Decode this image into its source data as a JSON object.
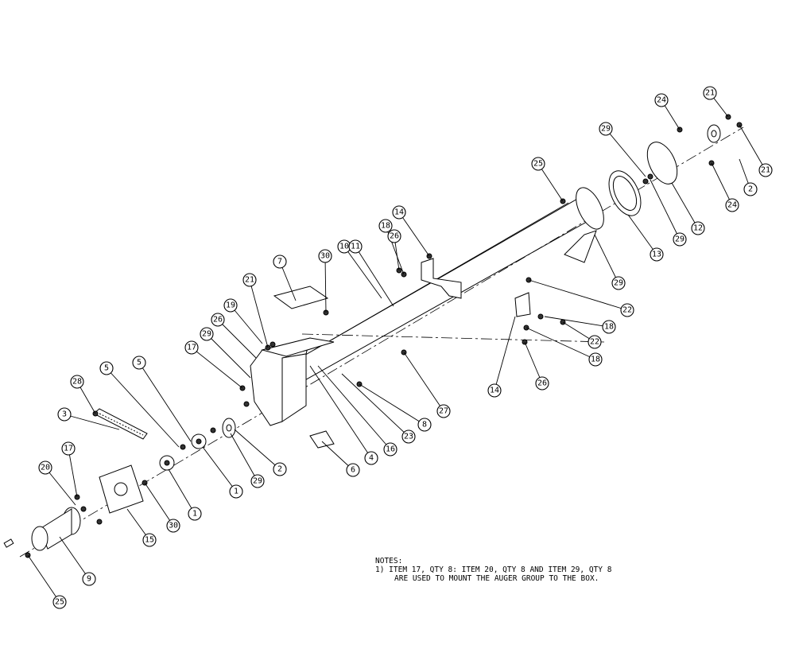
{
  "notes": {
    "title": "NOTES:",
    "line1": "1) ITEM 17, QTY 8: ITEM 20, QTY 8 AND ITEM 29, QTY 8",
    "line2": "ARE USED TO MOUNT THE AUGER GROUP TO THE BOX."
  },
  "balloons": [
    "21",
    "24",
    "29",
    "2",
    "21",
    "24",
    "25",
    "12",
    "29",
    "13",
    "29",
    "14",
    "18",
    "26",
    "10",
    "11",
    "30",
    "7",
    "22",
    "18",
    "22",
    "18",
    "14",
    "26",
    "21",
    "19",
    "26",
    "29",
    "17",
    "5",
    "5",
    "28",
    "3",
    "27",
    "8",
    "23",
    "16",
    "4",
    "6",
    "2",
    "29",
    "1",
    "17",
    "20",
    "1",
    "30",
    "15",
    "9",
    "25"
  ]
}
